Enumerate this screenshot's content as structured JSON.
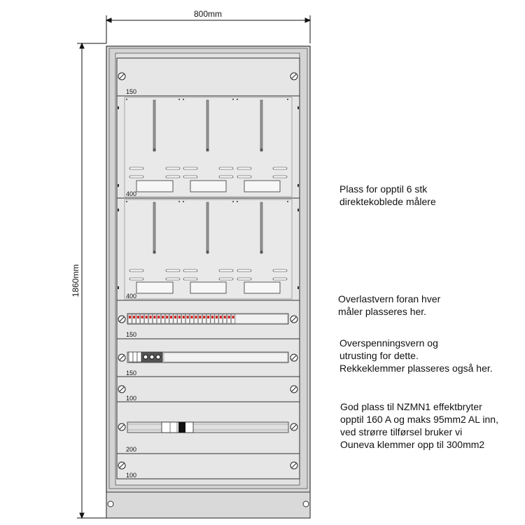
{
  "dimensions": {
    "width_label": "800mm",
    "height_label": "1860mm"
  },
  "sections": [
    {
      "height_label": "150"
    },
    {
      "height_label": "400"
    },
    {
      "height_label": "400"
    },
    {
      "height_label": "150"
    },
    {
      "height_label": "150"
    },
    {
      "height_label": "100"
    },
    {
      "height_label": "200"
    },
    {
      "height_label": "100"
    }
  ],
  "notes": [
    {
      "lines": [
        "Plass for opptil 6 stk",
        "direktekoblede målere"
      ]
    },
    {
      "lines": [
        "Overlastvern foran hver",
        "måler plasseres her."
      ]
    },
    {
      "lines": [
        "Overspenningsvern og",
        "utrusting for dette.",
        "Rekkeklemmer plasseres også her."
      ]
    },
    {
      "lines": [
        "God plass til NZMN1 effektbryter",
        "opptil 160 A og maks 95mm2 AL inn,",
        "ved strørre tilførsel bruker vi",
        "Ouneva klemmer opp til 300mm2"
      ]
    }
  ],
  "colors": {
    "cabinet_fill": "#d9d9d9",
    "panel_fill": "#e6e6e6",
    "stroke": "#333333",
    "breaker_red": "#cc2222"
  }
}
